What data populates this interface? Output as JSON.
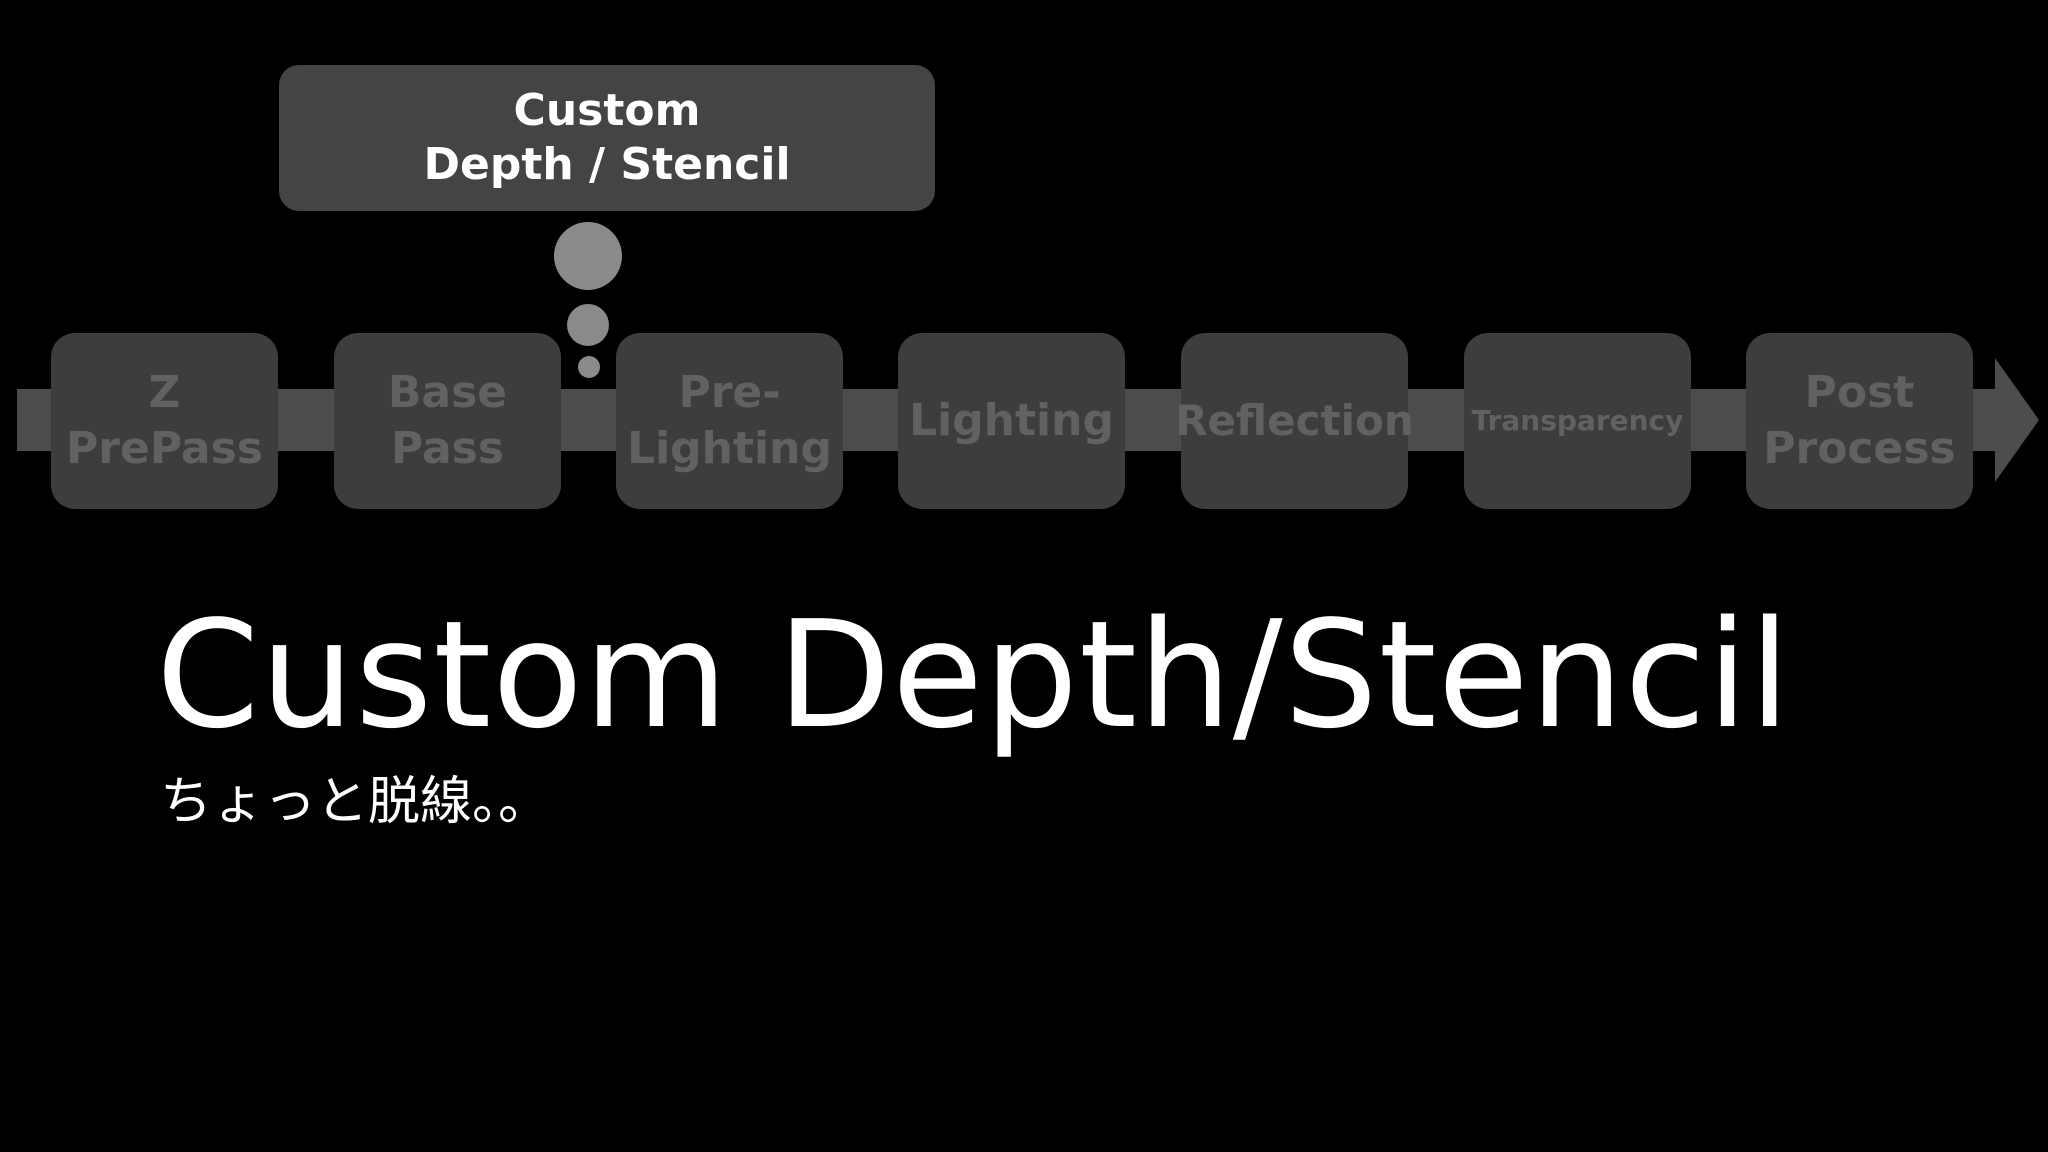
{
  "callout": {
    "label": "Custom\nDepth / Stencil"
  },
  "pipeline": {
    "stages": [
      {
        "label": "Z\nPrePass"
      },
      {
        "label": "Base\nPass"
      },
      {
        "label": "Pre-\nLighting"
      },
      {
        "label": "Lighting"
      },
      {
        "label": "Reflection"
      },
      {
        "label": "Transparency"
      },
      {
        "label": "Post\nProcess"
      }
    ]
  },
  "title": "Custom Depth/Stencil",
  "subtitle": "ちょっと脱線。。",
  "colors": {
    "background": "#000000",
    "arrow": "#4d4d4d",
    "stage_box": "#3d3d3d",
    "stage_text": "#616161",
    "callout_box": "#444444",
    "bubble": "#8a8a8a",
    "text": "#ffffff"
  }
}
